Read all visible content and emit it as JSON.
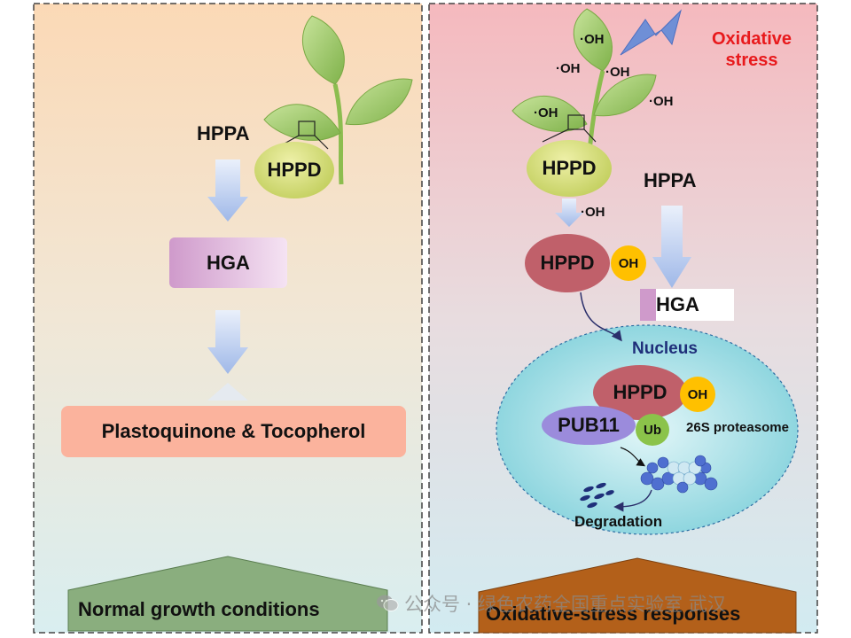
{
  "left_panel": {
    "substrate": "HPPA",
    "enzyme": "HPPD",
    "product": "HGA",
    "end_product": "Plastoquinone & Tocopherol",
    "condition": "Normal growth conditions"
  },
  "right_panel": {
    "stress_label": "Oxidative stress",
    "radical_label": "·OH",
    "substrate": "HPPA",
    "enzyme": "HPPD",
    "oh_badge": "OH",
    "product": "HGA",
    "nucleus_label": "Nucleus",
    "e3_ligase": "PUB11",
    "ubiquitin": "Ub",
    "proteasome_label": "26S proteasome",
    "degradation_label": "Degradation",
    "condition": "Oxidative-stress responses"
  },
  "watermark": "公众号 · 绿色农药全国重点实验室 武汉",
  "colors": {
    "stress_red": "#e8191c",
    "nucleus_title": "#1f2f7a",
    "hppd_green": "#c9d65f",
    "hppd_oxidized": "#c0606a",
    "oh_yellow": "#ffc000",
    "pub11_purple": "#9b8bdc",
    "ub_green": "#8bc34a",
    "normal_green": "#8aae7e",
    "stress_brown": "#b3601a",
    "end_product_salmon": "#fbb39d",
    "hga_pink": "#cf9acb"
  }
}
